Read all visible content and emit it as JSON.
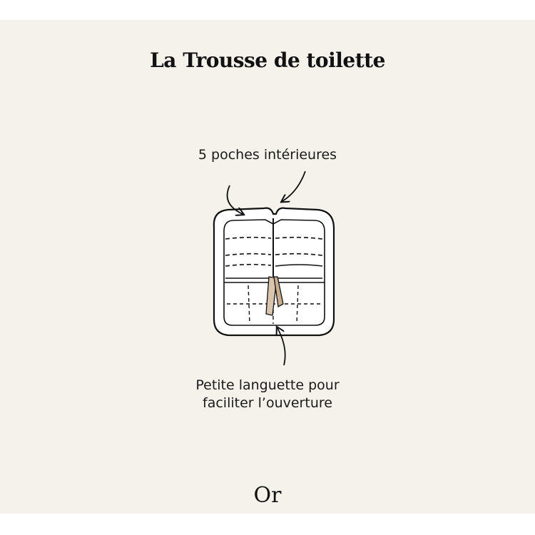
{
  "header": {
    "title": "La Trousse de toilette"
  },
  "annotations": {
    "pockets_label": "5 poches intérieures",
    "tab_label_line1": "Petite languette pour",
    "tab_label_line2": "faciliter l’ouverture"
  },
  "brand": {
    "logo_mark": "Or"
  },
  "colors": {
    "background": "#f5f2ec",
    "ink": "#111111",
    "pocket_fill": "#ffffff",
    "tab_color": "#d9c4ad"
  }
}
